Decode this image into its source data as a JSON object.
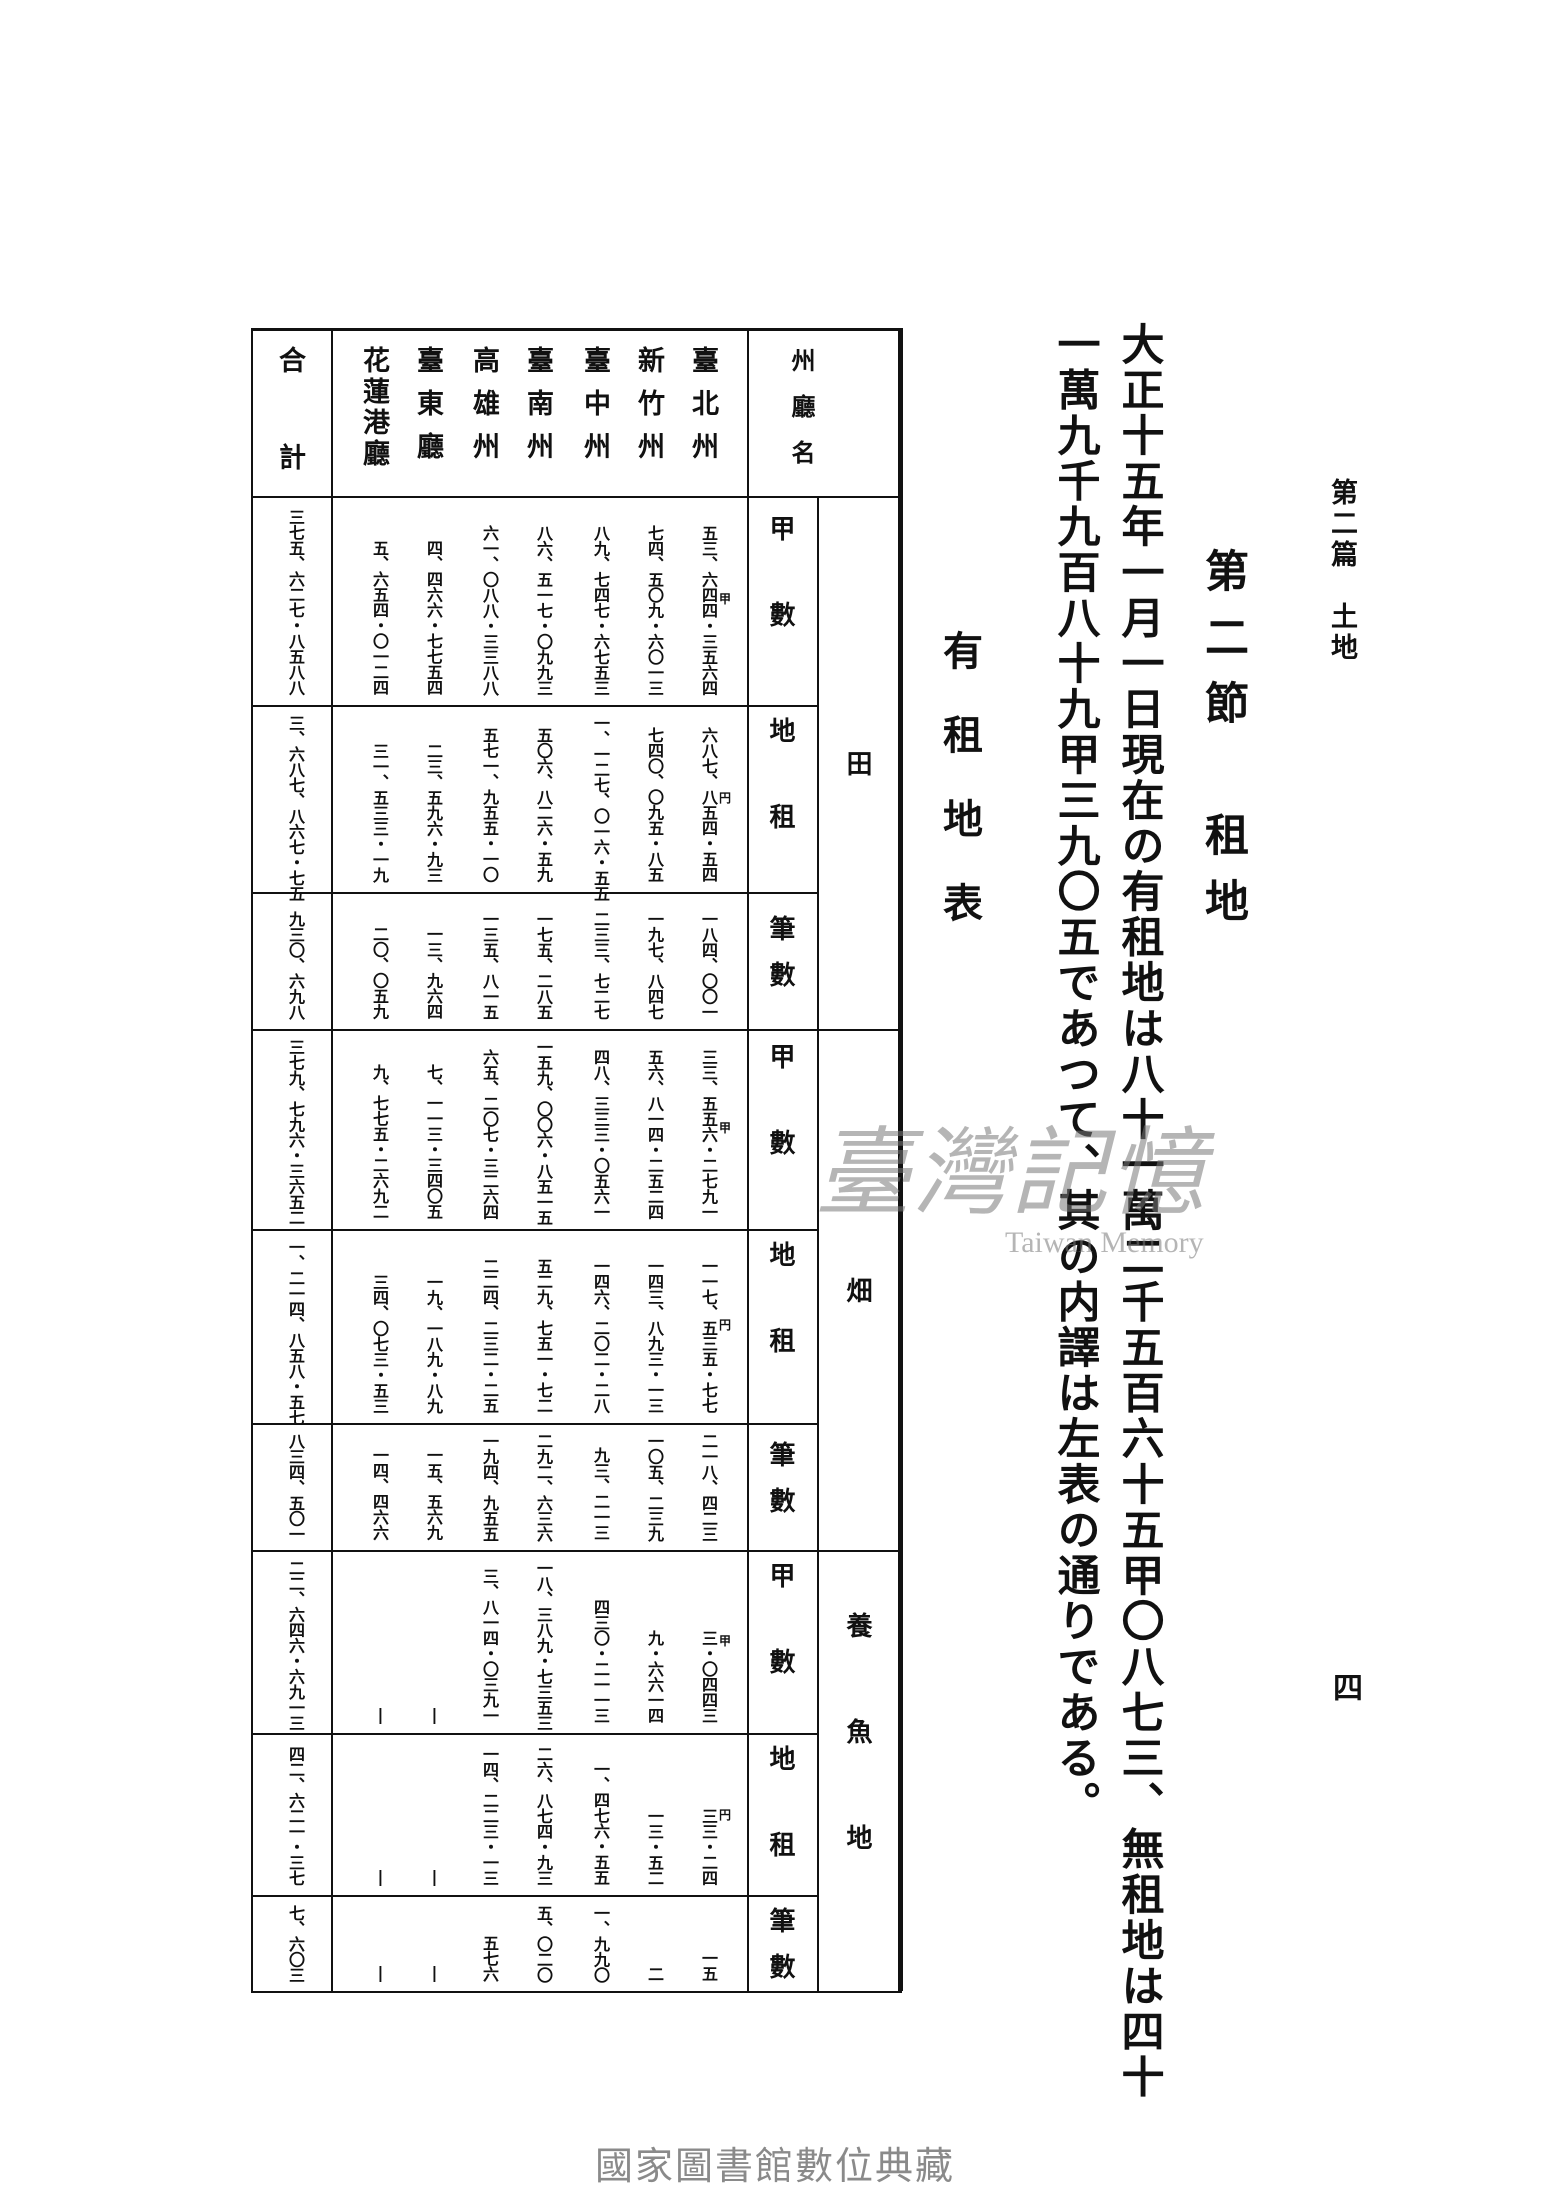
{
  "header": {
    "running_title": "第二篇　土地",
    "page_number": "四"
  },
  "section_title": "第二節　租地",
  "body": [
    "大正十五年一月一日現在の有租地は八十一萬二千五百六十五甲〇八七三、無租地は四十",
    "一萬九千九百八十九甲三九〇五であつて、其の内譯は左表の通りである。"
  ],
  "table_title": "有租地表",
  "table": {
    "header_label": "州廳名",
    "total_label": "合計",
    "regions": [
      "臺北州",
      "新竹州",
      "臺中州",
      "臺南州",
      "高雄州",
      "臺東廳",
      "花蓮港廳"
    ],
    "categories": [
      {
        "name": "田",
        "columns": [
          {
            "label": "甲數",
            "unit": "甲",
            "values": [
              "五三、六四四・三五六四",
              "七四、五〇九・六〇一三",
              "八九、七四七・六七五三",
              "八六、五一七・〇九九三",
              "六一、〇八八・三三八八",
              "四、四六六・七七五四",
              "五、六五四・〇一二四"
            ],
            "total": "三七五、六二七・八五八八"
          },
          {
            "label": "地租",
            "unit": "円",
            "values": [
              "六八七、八五四・五四",
              "七四〇、〇九五・八五",
              "一、一二七、〇一六・五五",
              "五〇六、八二六・五九",
              "五七一、九五五・一〇",
              "二三、五九六・九三",
              "三一、五三三・一九"
            ],
            "total": "三、六八七、八六七・七五"
          },
          {
            "label": "筆數",
            "unit": "",
            "values": [
              "一八四、〇〇一",
              "一九七、八四七",
              "二三三、七二七",
              "一七五、二八五",
              "一三五、八一五",
              "一三、九六四",
              "二〇、〇五九"
            ],
            "total": "九三〇、六九八"
          }
        ]
      },
      {
        "name": "畑",
        "columns": [
          {
            "label": "甲數",
            "unit": "甲",
            "values": [
              "三三、五五六・二七九一",
              "五六、八一四・二五二四",
              "四八、三三三・〇五六一",
              "一五九、〇〇六・八五一五",
              "六五、二〇七・三二六四",
              "七、一一三・三四〇五",
              "九、七七五・二六九二"
            ],
            "total": "三七九、七九六・三六五二"
          },
          {
            "label": "地租",
            "unit": "円",
            "values": [
              "一一七、五三五・七七",
              "一四三、八九三・一三",
              "一四六、二〇二・二八",
              "五二九、七五一・七二",
              "二二四、二三二・二五",
              "一九、一八九・八九",
              "三四、〇七三・五三"
            ],
            "total": "一、二一四、八五八・五七"
          },
          {
            "label": "筆數",
            "unit": "",
            "values": [
              "二一八、四二三",
              "一〇五、二三九",
              "九三、二一三",
              "二九二、六三六",
              "一九四、九五五",
              "一五、五六九",
              "一四、四六六"
            ],
            "total": "八三四、五〇一"
          }
        ]
      },
      {
        "name": "養魚地",
        "columns": [
          {
            "label": "甲數",
            "unit": "甲",
            "values": [
              "三・〇四四三",
              "九・六六一四",
              "四三〇・二一一三",
              "一八、三八九・七三五三",
              "三、八一四・〇三九一",
              "―",
              "―"
            ],
            "total": "二二、六四六・六九一三"
          },
          {
            "label": "地租",
            "unit": "円",
            "values": [
              "三三・二四",
              "一三・五二",
              "一、四七六・五五",
              "二六、八七四・九三",
              "一四、二二三・一三",
              "―",
              "―"
            ],
            "total": "四二、六二一・三七"
          },
          {
            "label": "筆數",
            "unit": "",
            "values": [
              "一五",
              "二",
              "一、九九〇",
              "五、〇二〇",
              "五七六",
              "―",
              "―"
            ],
            "total": "七、六〇三"
          }
        ]
      }
    ]
  },
  "watermark": {
    "chinese": "臺灣記憶",
    "english": "Taiwan Memory"
  },
  "footer": "國家圖書館數位典藏"
}
